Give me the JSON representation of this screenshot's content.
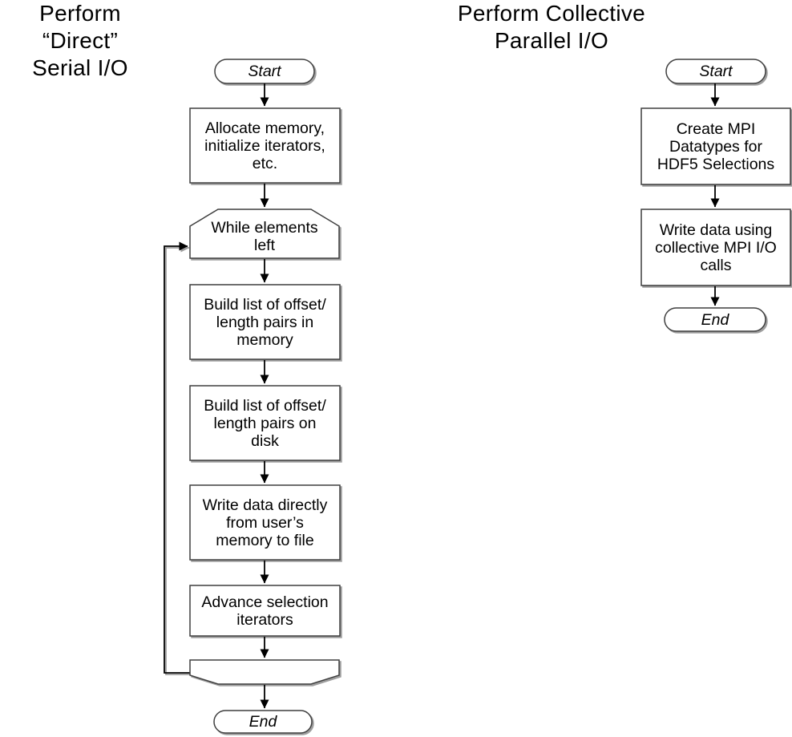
{
  "colors": {
    "border": "#3f3f3f",
    "line": "#000000",
    "fill": "#ffffff",
    "shadow": "#9e9e9e",
    "text": "#000000",
    "background": "#ffffff"
  },
  "left": {
    "title": "Perform “Direct”\nSerial I/O",
    "nodes": {
      "start": {
        "label": "Start"
      },
      "alloc": {
        "label": "Allocate memory,\ninitialize iterators,\netc."
      },
      "while_loop": {
        "label": "While elements\nleft"
      },
      "build_mem": {
        "label": "Build list of offset/\nlength pairs in\nmemory"
      },
      "build_disk": {
        "label": "Build list of offset/\nlength pairs on\ndisk"
      },
      "write": {
        "label": "Write data directly\nfrom user’s\nmemory to file"
      },
      "advance": {
        "label": "Advance selection\niterators"
      },
      "loop_end": {
        "label": ""
      },
      "end": {
        "label": "End"
      }
    }
  },
  "right": {
    "title": "Perform Collective\nParallel I/O",
    "nodes": {
      "start": {
        "label": "Start"
      },
      "create": {
        "label": "Create MPI\nDatatypes for\nHDF5 Selections"
      },
      "write": {
        "label": "Write data using\ncollective MPI I/O\ncalls"
      },
      "end": {
        "label": "End"
      }
    }
  }
}
